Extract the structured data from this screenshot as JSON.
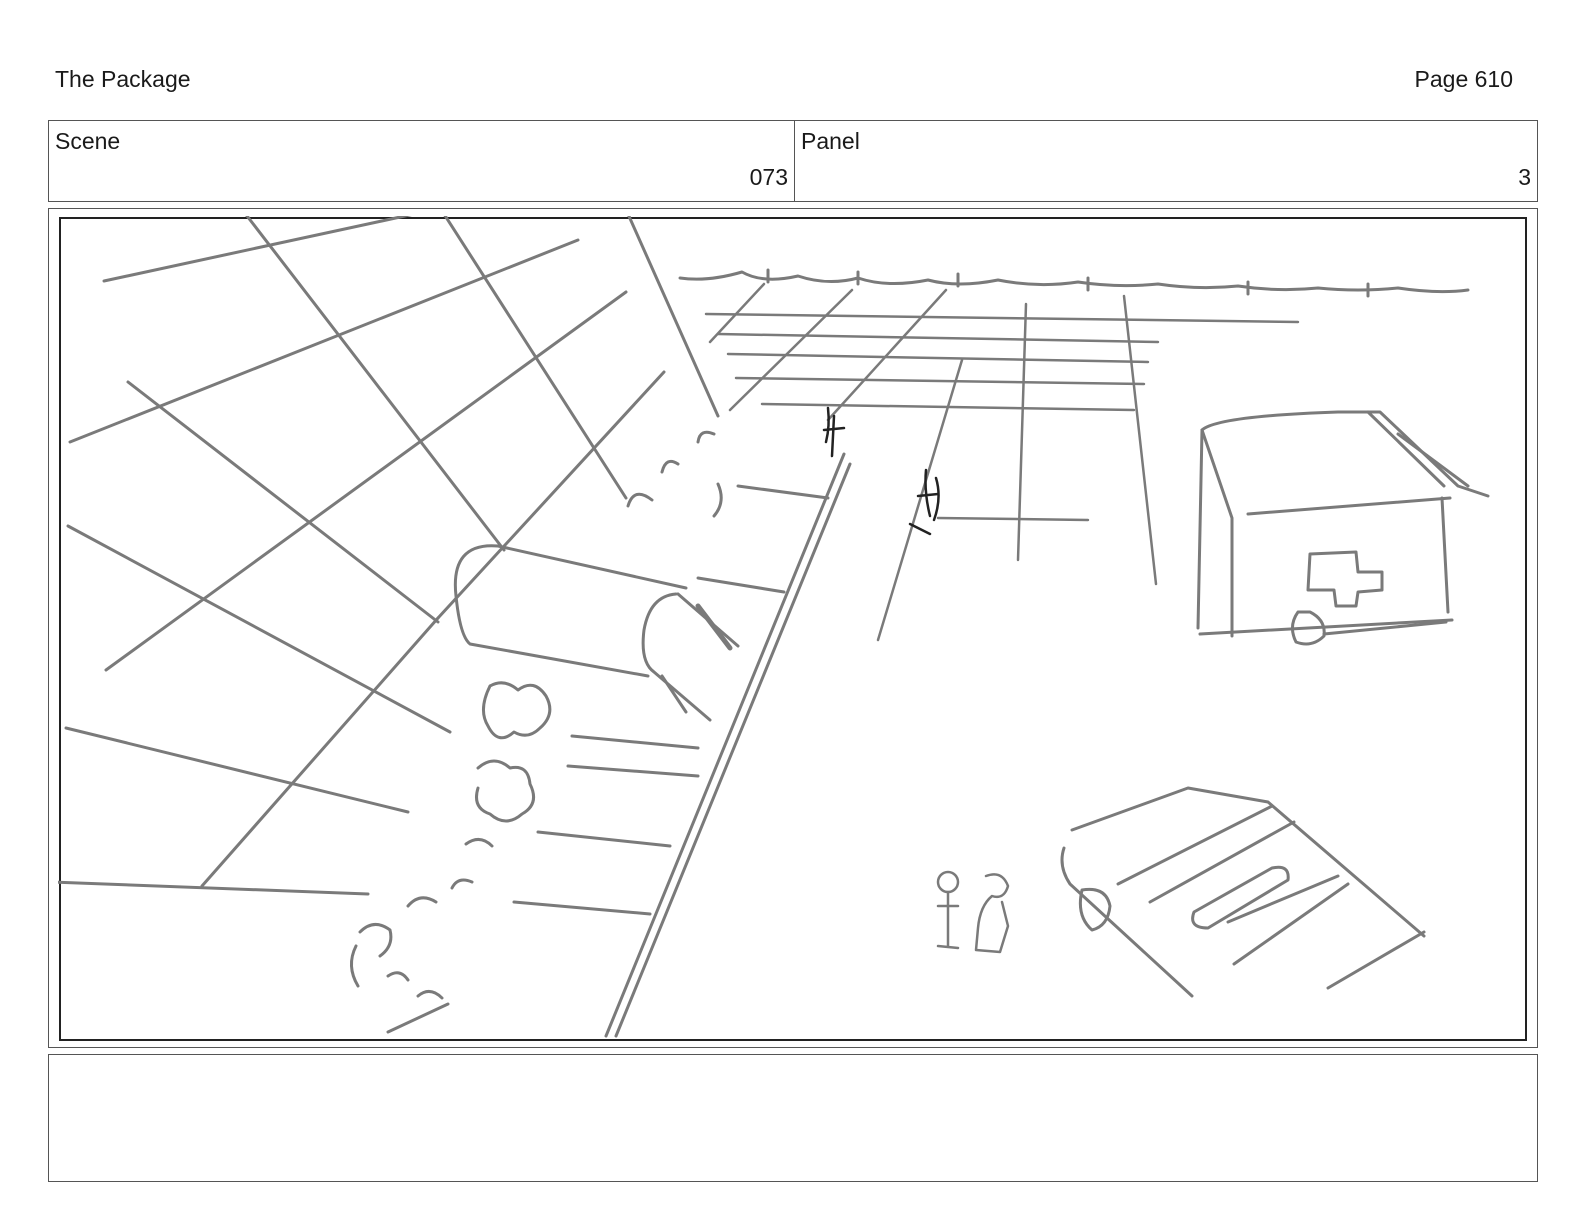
{
  "header": {
    "title": "The Package",
    "page": "Page 610"
  },
  "scene": {
    "label": "Scene",
    "value": "073"
  },
  "panel": {
    "label": "Panel",
    "value": "3"
  },
  "notes": {
    "text": ""
  }
}
